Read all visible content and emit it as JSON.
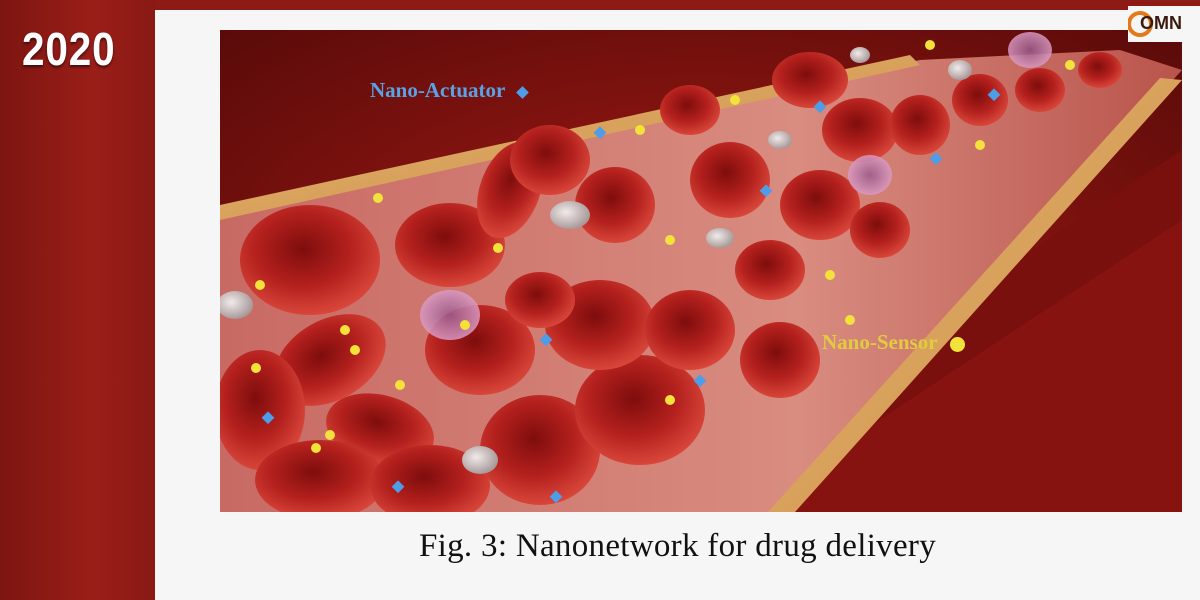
{
  "slide": {
    "year": "2020",
    "caption": "Fig. 3: Nanonetwork for drug delivery"
  },
  "figure": {
    "labels": {
      "actuator": "Nano-Actuator",
      "sensor": "Nano-Sensor"
    },
    "legend_symbols": {
      "actuator": "diamond",
      "sensor": "circle"
    },
    "colors": {
      "actuator": "#4d9de8",
      "sensor": "#f2e23a",
      "blood_cell": "#b5221f",
      "vessel_wall": "#d9a35c"
    }
  },
  "logo": {
    "text": "OMN",
    "icon": "omni-logo-icon"
  },
  "colors": {
    "band": "#8e1a16",
    "slide_bg": "#f6f6f6"
  }
}
